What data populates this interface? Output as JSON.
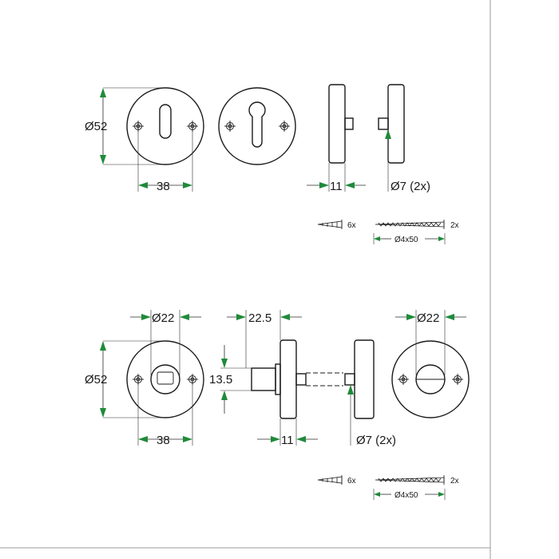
{
  "drawing": {
    "top_set": {
      "dim_diameter": "Ø52",
      "dim_hole_spacing": "38",
      "dim_thickness": "11",
      "dim_pin": "Ø7 (2x)",
      "screw_short_qty": "6x",
      "screw_long_qty": "2x",
      "screw_long_size": "Ø4x50"
    },
    "bottom_set": {
      "dim_diameter": "Ø52",
      "dim_hole_spacing": "38",
      "dim_knob_left": "Ø22",
      "dim_knob_right": "Ø22",
      "dim_knob_length": "22.5",
      "dim_knob_height": "13.5",
      "dim_thickness": "11",
      "dim_pin": "Ø7 (2x)",
      "screw_short_qty": "6x",
      "screw_long_qty": "2x",
      "screw_long_size": "Ø4x50"
    }
  },
  "colors": {
    "line": "#1a1a1a",
    "arrow": "#1f8a3a",
    "frame": "#9a9a9a",
    "background": "#ffffff"
  }
}
